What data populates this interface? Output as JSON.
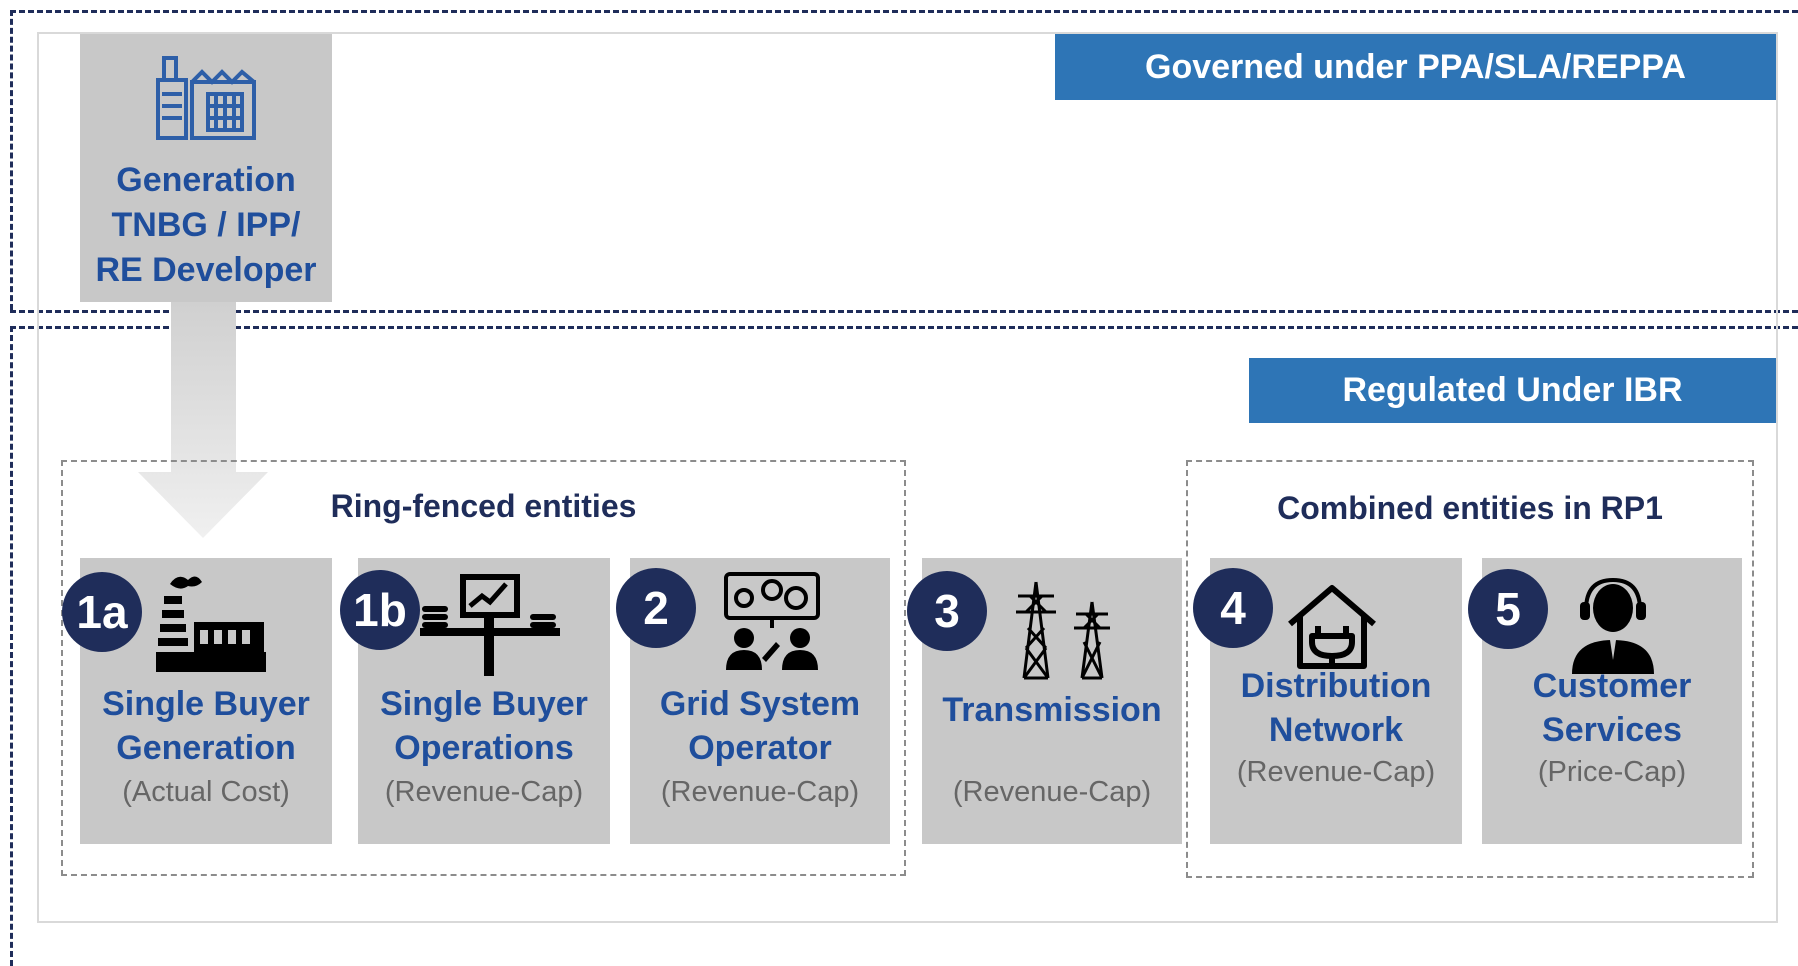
{
  "top_banner": {
    "label": "Governed under PPA/SLA/REPPA"
  },
  "ibr_banner": {
    "label": "Regulated Under IBR"
  },
  "generation": {
    "title": "Generation\nTNBG / IPP/\nRE Developer",
    "icon": "factory-building-icon"
  },
  "groups": {
    "ring_fenced": "Ring-fenced entities",
    "combined": "Combined entities in RP1"
  },
  "entities": [
    {
      "badge": "1a",
      "title": "Single Buyer\nGeneration",
      "subtitle": "(Actual Cost)",
      "icon": "power-plant-icon"
    },
    {
      "badge": "1b",
      "title": "Single Buyer\nOperations",
      "subtitle": "(Revenue-Cap)",
      "icon": "trading-monitor-icon"
    },
    {
      "badge": "2",
      "title": "Grid System\nOperator",
      "subtitle": "(Revenue-Cap)",
      "icon": "operators-screen-icon"
    },
    {
      "badge": "3",
      "title": "Transmission",
      "subtitle": "(Revenue-Cap)",
      "icon": "transmission-tower-icon"
    },
    {
      "badge": "4",
      "title": "Distribution\nNetwork",
      "subtitle": "(Revenue-Cap)",
      "icon": "house-plug-icon"
    },
    {
      "badge": "5",
      "title": "Customer\nServices",
      "subtitle": "(Price-Cap)",
      "icon": "headset-agent-icon"
    }
  ],
  "colors": {
    "dark_navy": "#1f2d5a",
    "title_blue": "#1f4e9c",
    "banner_blue": "#2e75b6",
    "box_grey": "#c8c8c8"
  }
}
